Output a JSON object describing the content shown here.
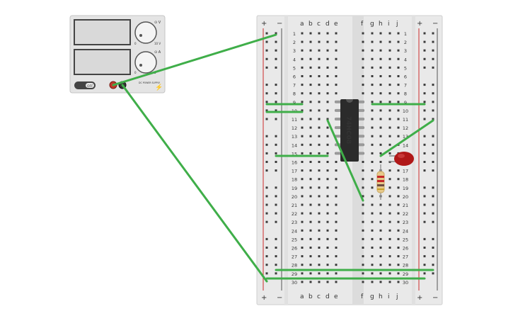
{
  "power_supply": {
    "knob1_label": "⊙ V",
    "knob2_label": "⊙ A",
    "knob1_min": "0",
    "knob1_max": "10 V",
    "knob2_min": "0",
    "knob2_max": "5",
    "switch_label": "OFF",
    "brand_text": "DC POWER SUPPLY",
    "screen_color": "#d9d9d9"
  },
  "breadboard": {
    "plus_label": "+",
    "minus_label": "−",
    "cols_left": [
      "a",
      "b",
      "c",
      "d",
      "e"
    ],
    "cols_right": [
      "f",
      "g",
      "h",
      "i",
      "j"
    ],
    "row_count": 30,
    "rows": [
      "1",
      "2",
      "3",
      "4",
      "5",
      "6",
      "7",
      "8",
      "9",
      "10",
      "11",
      "12",
      "13",
      "14",
      "15",
      "16",
      "17",
      "18",
      "19",
      "20",
      "21",
      "22",
      "23",
      "24",
      "25",
      "26",
      "27",
      "28",
      "29",
      "30"
    ],
    "plus_rail_color": "#cc2b2b",
    "minus_rail_color": "#333333"
  },
  "chip": {
    "label": "74HC08"
  },
  "components": {
    "led_color": "#b01818",
    "resistor_body_color": "#e6c98a",
    "wire_color": "#3fae49"
  }
}
